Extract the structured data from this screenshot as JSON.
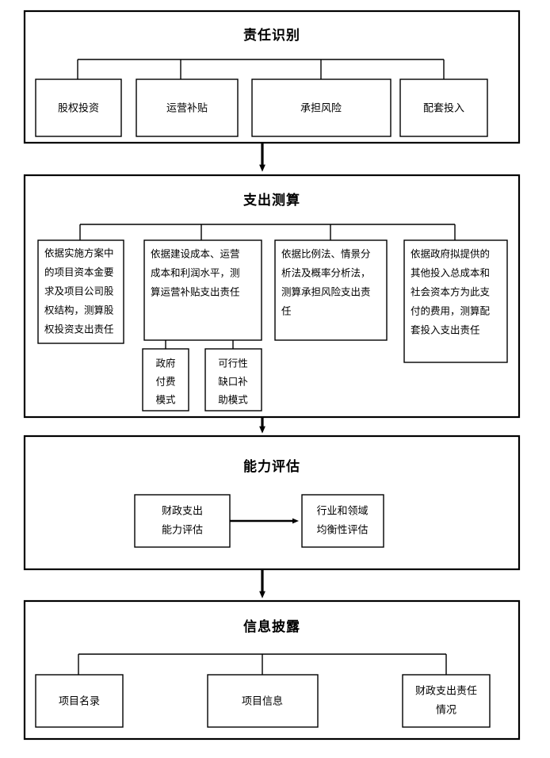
{
  "diagram": {
    "type": "flowchart",
    "orientation": "vertical",
    "background_color": "#ffffff",
    "line_color": "#000000",
    "stages": [
      {
        "id": "stage-1",
        "title": "责任识别",
        "nodes": [
          {
            "id": "node-equity-investment",
            "label": "股权投资"
          },
          {
            "id": "node-operation-subsidy",
            "label": "运营补贴"
          },
          {
            "id": "node-bear-risk",
            "label": "承担风险"
          },
          {
            "id": "node-supporting-input",
            "label": "配套投入"
          }
        ]
      },
      {
        "id": "stage-2",
        "title": "支出测算",
        "nodes": [
          {
            "id": "node-calc-equity",
            "lines": [
              "依据实施方案中",
              "的项目资本金要",
              "求及项目公司股",
              "权结构，测算股",
              "权投资支出责任"
            ]
          },
          {
            "id": "node-calc-subsidy",
            "lines": [
              "依据建设成本、运营",
              "成本和利润水平，测",
              "算运营补贴支出责任"
            ],
            "children": [
              {
                "id": "node-gov-payment-mode",
                "lines": [
                  "政府",
                  "付费",
                  "模式"
                ]
              },
              {
                "id": "node-viability-gap-mode",
                "lines": [
                  "可行性",
                  "缺口补",
                  "助模式"
                ]
              }
            ]
          },
          {
            "id": "node-calc-risk",
            "lines": [
              "依据比例法、情景分",
              "析法及概率分析法，",
              "测算承担风险支出责",
              "任"
            ]
          },
          {
            "id": "node-calc-supporting",
            "lines": [
              "依据政府拟提供的",
              "其他投入总成本和",
              "社会资本方为此支",
              "付的费用，测算配",
              "套投入支出责任"
            ]
          }
        ]
      },
      {
        "id": "stage-3",
        "title": "能力评估",
        "nodes": [
          {
            "id": "node-fiscal-capacity",
            "lines": [
              "财政支出",
              "能力评估"
            ]
          },
          {
            "id": "node-industry-balance",
            "lines": [
              "行业和领域",
              "均衡性评估"
            ]
          }
        ],
        "inner_arrow": {
          "from": "node-fiscal-capacity",
          "to": "node-industry-balance"
        }
      },
      {
        "id": "stage-4",
        "title": "信息披露",
        "nodes": [
          {
            "id": "node-project-catalog",
            "lines": [
              "项目名录"
            ]
          },
          {
            "id": "node-project-info",
            "lines": [
              "项目信息"
            ]
          },
          {
            "id": "node-fiscal-responsibility",
            "lines": [
              "财政支出责任",
              "情况"
            ]
          }
        ]
      }
    ],
    "stage_arrows": [
      {
        "id": "arrow-stage1-stage2",
        "from": "stage-1",
        "to": "stage-2"
      },
      {
        "id": "arrow-stage2-stage3",
        "from": "stage-2",
        "to": "stage-3"
      },
      {
        "id": "arrow-stage3-stage4",
        "from": "stage-3",
        "to": "stage-4"
      }
    ]
  }
}
